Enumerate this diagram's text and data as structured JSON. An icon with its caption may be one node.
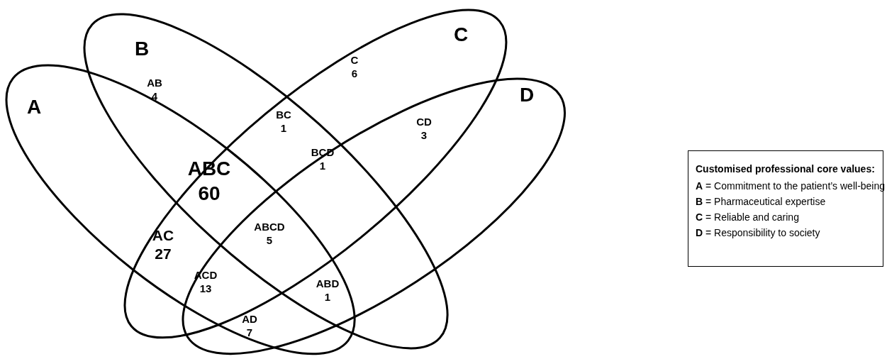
{
  "diagram": {
    "nodes": [
      {
        "text": [
          "A"
        ]
      },
      {
        "text": [
          "B"
        ]
      },
      {
        "text": [
          "C"
        ]
      },
      {
        "text": [
          "D"
        ]
      },
      {
        "text": [
          "Customised professional core values:",
          "**A** = Commitment to the patient’s well-being",
          "**B** = Pharmaceutical expertise",
          "**C** = Reliable and caring",
          "**D** = Responsibility to society"
        ]
      }
    ],
    "edges": [],
    "labels": [
      "C 6",
      "AB 4",
      "BC 1",
      "CD 3",
      "ABC 60",
      "BCD 1",
      "AC 27",
      "ABCD 5",
      "ACD 13",
      "ABD 1",
      "AD 7"
    ]
  }
}
